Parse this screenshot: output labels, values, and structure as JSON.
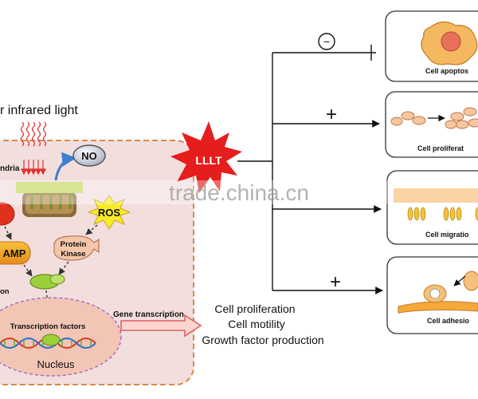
{
  "light_label": "r infrared light",
  "no_label": "NO",
  "mitochondria_label": "ndria",
  "ros_label": "ROS",
  "camp_label": "AMP",
  "protein_kinase_line1": "Protein",
  "protein_kinase_line2": "Kinase",
  "truncated_label": "on",
  "transcription_factors_label": "Transcription factors",
  "nucleus_label": "Nucleus",
  "gene_transcription_label": "Gene transcription",
  "outcomes": [
    "Cell proliferation",
    "Cell motility",
    "Growth factor production"
  ],
  "lllt_label": "LLLT",
  "signs": {
    "inhibit": "−",
    "plus": "+"
  },
  "cell_panels": [
    "Cell apoptos",
    "Cell proliferat",
    "Cell migratio",
    "Cell adhesio"
  ],
  "watermark": "trade.china.cn",
  "colors": {
    "cell_fill": "#f3dede",
    "cell_border": "#d98a4a",
    "lllt_red": "#e51d1d",
    "nucleus_fill": "#f2c5b5",
    "arrow_red": "#e06060",
    "cell_orange": "#f3a03a"
  }
}
